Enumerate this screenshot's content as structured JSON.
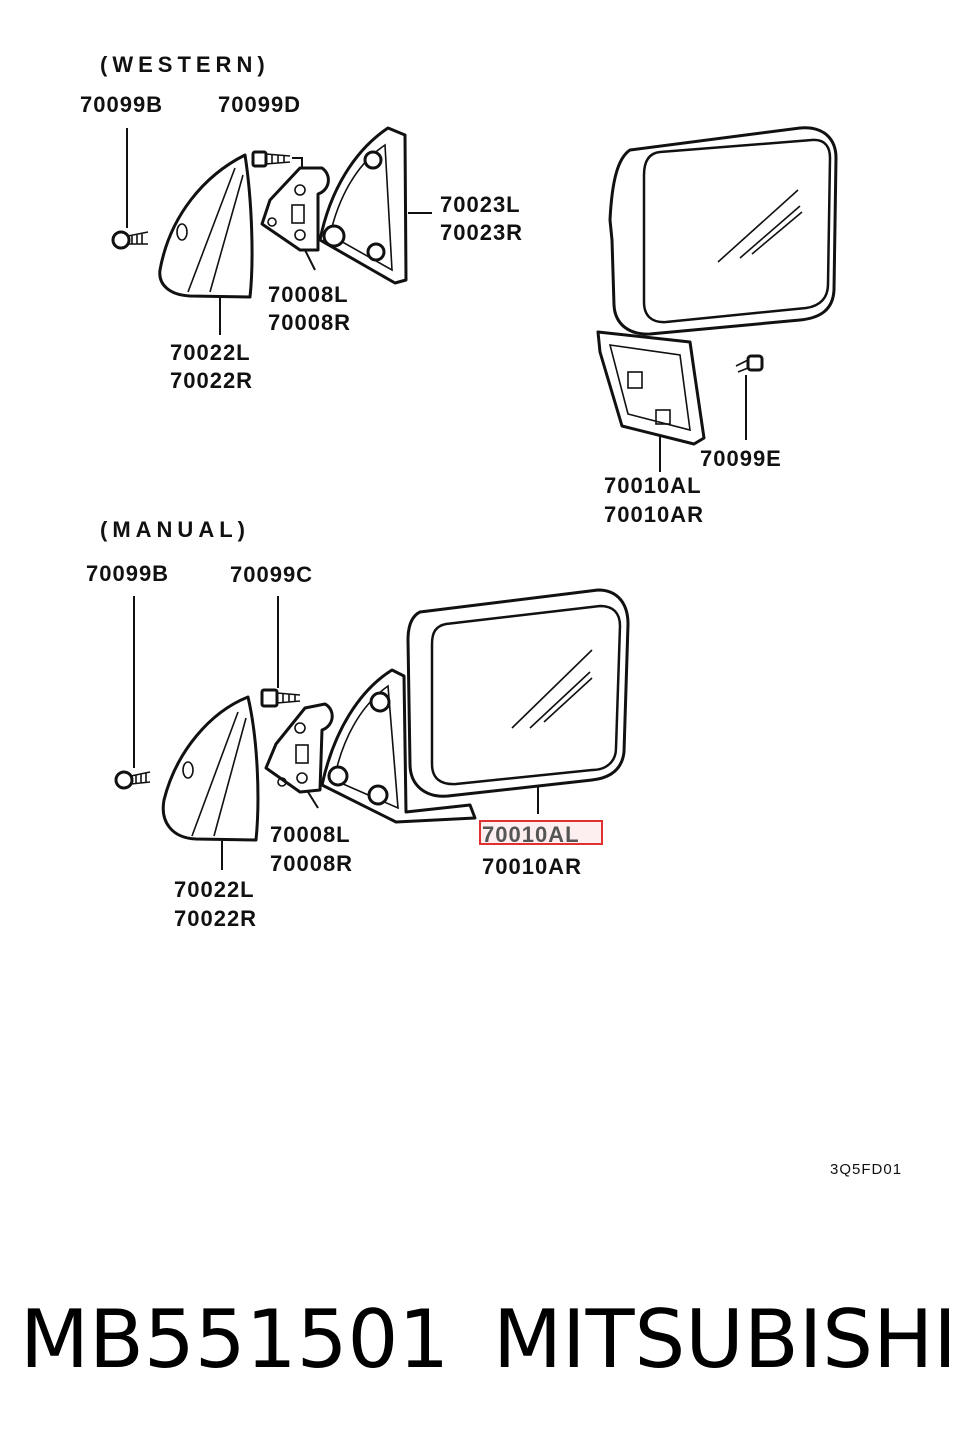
{
  "diagram": {
    "western": {
      "header": "(WESTERN)",
      "labels": {
        "screw_b": "70099B",
        "screw_d": "70099D",
        "base_l": "70023L",
        "base_r": "70023R",
        "bracket_l": "70008L",
        "bracket_r": "70008R",
        "cover_l": "70022L",
        "cover_r": "70022R",
        "mirror_l": "70010AL",
        "mirror_r": "70010AR",
        "screw_e": "70099E"
      }
    },
    "manual": {
      "header": "(MANUAL)",
      "labels": {
        "screw_b": "70099B",
        "screw_c": "70099C",
        "bracket_l": "70008L",
        "bracket_r": "70008R",
        "mirror_l": "70010AL",
        "mirror_r": "70010AR",
        "cover_l": "70022L",
        "cover_r": "70022R"
      },
      "highlight": {
        "label": "70010AL",
        "color": "#e03030"
      }
    },
    "figure_code": "3Q5FD01"
  },
  "footer": {
    "part_number": "MB551501",
    "brand": "MITSUBISHI"
  }
}
